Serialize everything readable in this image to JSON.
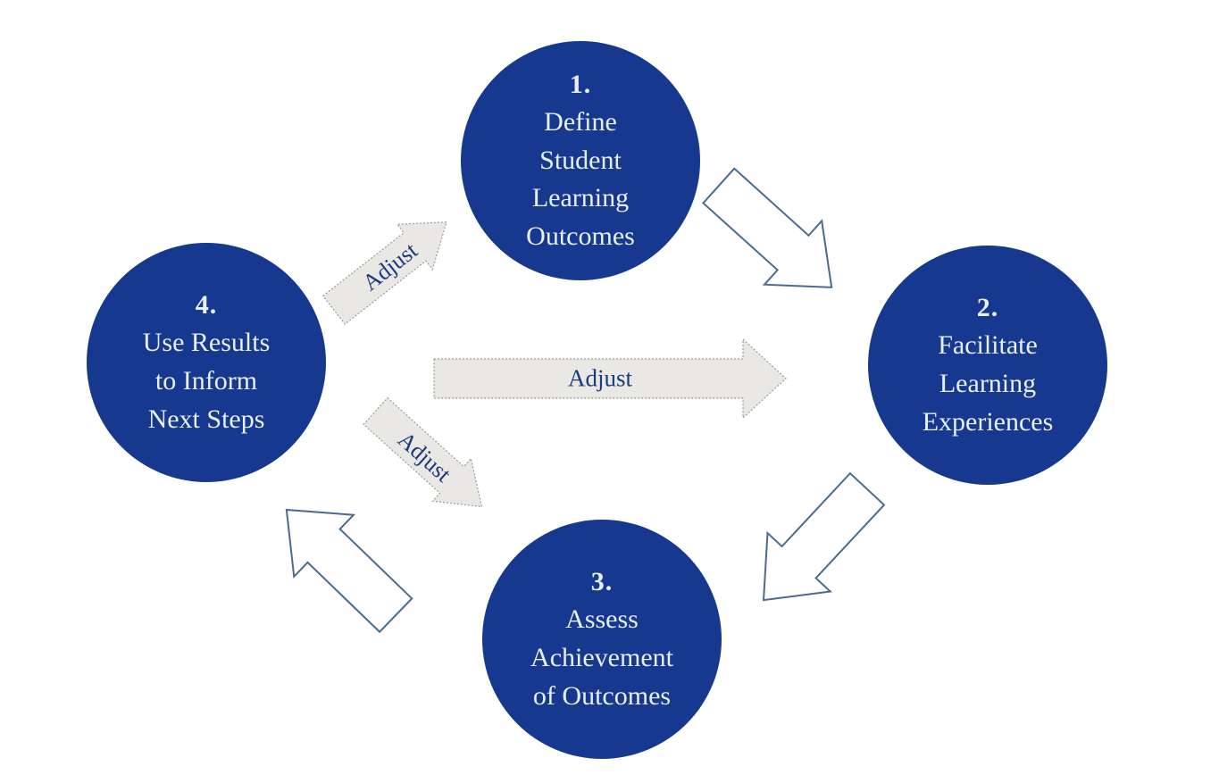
{
  "steps": [
    {
      "number": "1.",
      "title": "Define\nStudent\nLearning\nOutcomes"
    },
    {
      "number": "2.",
      "title": "Facilitate\nLearning\nExperiences"
    },
    {
      "number": "3.",
      "title": "Assess\nAchievement\nof Outcomes"
    },
    {
      "number": "4.",
      "title": "Use Results\nto Inform\nNext Steps"
    }
  ],
  "cycle_arrows": [
    {
      "from": "1",
      "to": "2",
      "direction": "down-right"
    },
    {
      "from": "2",
      "to": "3",
      "direction": "down-left"
    },
    {
      "from": "3",
      "to": "4",
      "direction": "up-left"
    }
  ],
  "adjust_arrows": [
    {
      "label": "Adjust",
      "direction": "up-right"
    },
    {
      "label": "Adjust",
      "direction": "right"
    },
    {
      "label": "Adjust",
      "direction": "down-right"
    }
  ],
  "colors": {
    "background": "#FFFFFF",
    "circle_fill": "#16398F",
    "circle_text": "#E9EFF9",
    "cycle_arrow_fill": "#FFFFFF",
    "cycle_arrow_outline": "#4C6B8C",
    "adjust_arrow_fill": "#E9E8E4",
    "adjust_arrow_border": "#9A9A9A",
    "adjust_label_text": "#1C3B7C"
  }
}
